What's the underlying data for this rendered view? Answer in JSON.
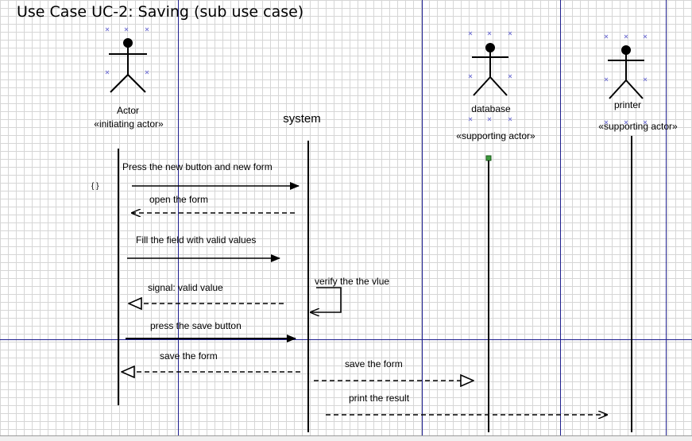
{
  "diagram": {
    "title": "Use Case UC-2: Saving (sub use case)",
    "braces": "{ }"
  },
  "participants": {
    "actor": {
      "name": "Actor",
      "stereotype": "«initiating actor»"
    },
    "system": {
      "name": "system"
    },
    "database": {
      "name": "database",
      "stereotype": "«supporting actor»"
    },
    "printer": {
      "name": "printer",
      "stereotype": "«supporting actor»"
    }
  },
  "messages": [
    {
      "label": "Press the new button and new form",
      "from": "actor",
      "to": "system",
      "kind": "sync"
    },
    {
      "label": "open the form",
      "from": "system",
      "to": "actor",
      "kind": "return"
    },
    {
      "label": "Fill the field with valid values",
      "from": "actor",
      "to": "system",
      "kind": "sync"
    },
    {
      "label": "signal: valid value",
      "from": "system",
      "to": "actor",
      "kind": "return-open"
    },
    {
      "label": "verify the the vlue",
      "from": "system",
      "to": "system",
      "kind": "self"
    },
    {
      "label": "press the save button",
      "from": "actor",
      "to": "system",
      "kind": "sync"
    },
    {
      "label": "save the form",
      "from": "system",
      "to": "actor",
      "kind": "return-open"
    },
    {
      "label": "save the form",
      "from": "system",
      "to": "database",
      "kind": "return-open"
    },
    {
      "label": "print the result",
      "from": "system",
      "to": "printer",
      "kind": "async"
    }
  ],
  "colors": {
    "guide": "#1f1f8f",
    "grid": "#d6d6d6",
    "handle": "#7a7ad6",
    "anchor": "#3c9a3c"
  }
}
